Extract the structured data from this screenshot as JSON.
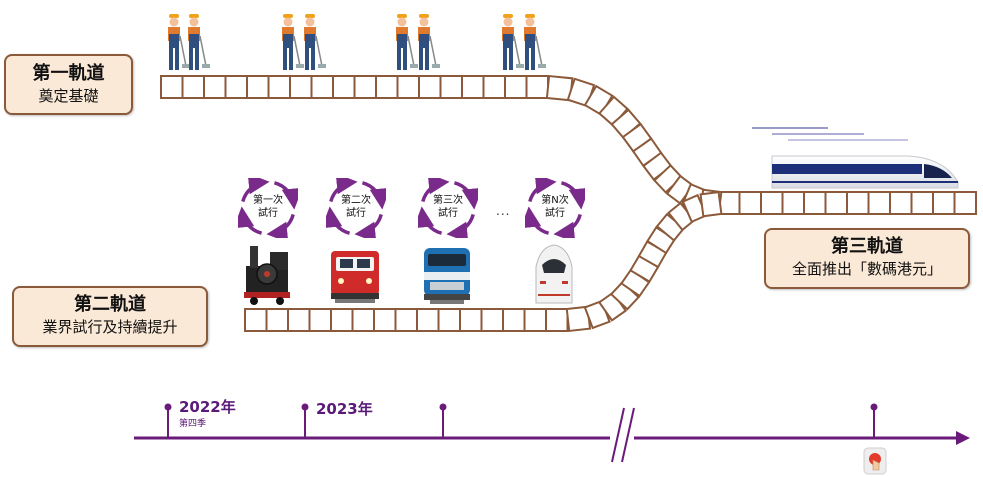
{
  "tracks": [
    {
      "title": "第一軌道",
      "subtitle": "奠定基礎"
    },
    {
      "title": "第二軌道",
      "subtitle": "業界試行及持續提升"
    },
    {
      "title": "第三軌道",
      "subtitle": "全面推出「數碼港元」"
    }
  ],
  "trial_cycles": [
    {
      "line1": "第一次",
      "line2": "試行"
    },
    {
      "line1": "第二次",
      "line2": "試行"
    },
    {
      "line1": "第三次",
      "line2": "試行"
    },
    {
      "line1": "第N次",
      "line2": "試行"
    }
  ],
  "ellipsis": "...",
  "timeline": {
    "milestones": [
      {
        "year": "2022年",
        "note": "第四季"
      },
      {
        "year": "2023年",
        "note": ""
      }
    ]
  },
  "colors": {
    "track": "#8b5a3a",
    "label_fill": "#fbe9d7",
    "timeline": "#6a1b7a",
    "cycle_arrow": "#7a2a8a"
  },
  "icons": [
    "worker-icon",
    "steam-locomotive-icon",
    "diesel-locomotive-icon",
    "electric-locomotive-icon",
    "high-speed-train-icon",
    "launch-button-icon"
  ]
}
